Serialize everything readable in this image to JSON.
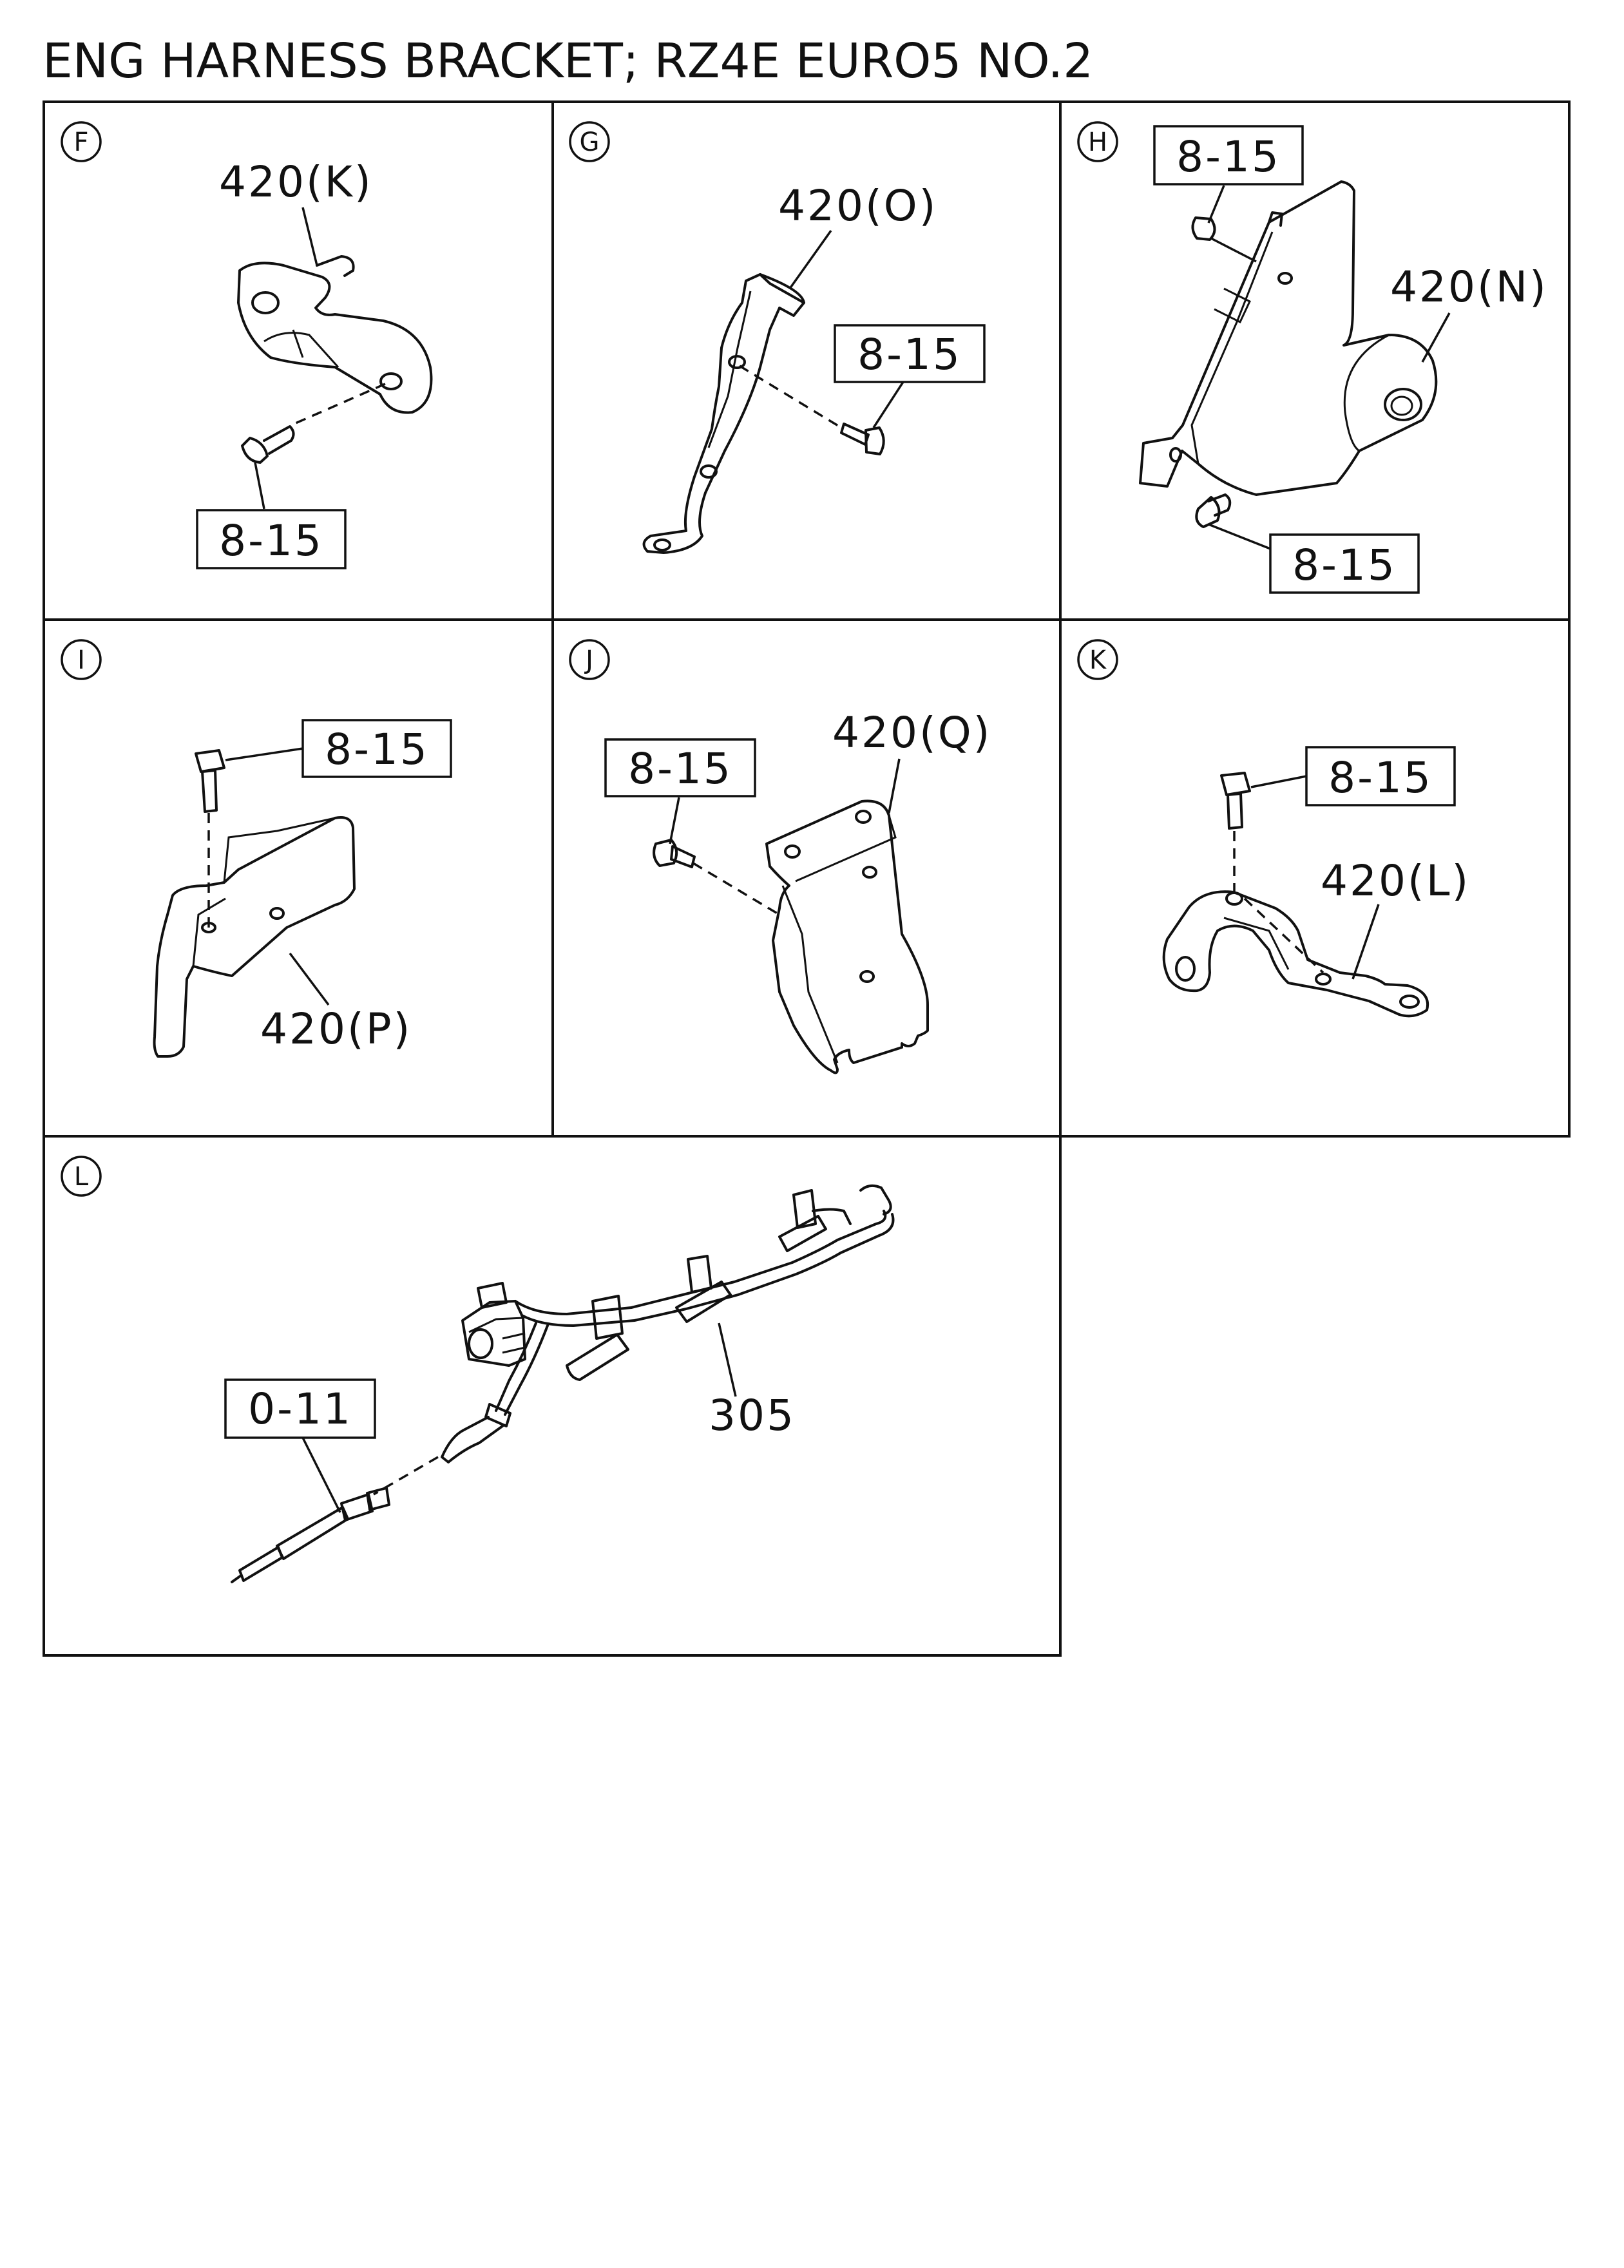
{
  "title": "ENG HARNESS BRACKET; RZ4E EURO5 NO.2",
  "panels": [
    {
      "id": "F",
      "letter": "F",
      "part_label": "420(K)",
      "bolt_label": "8-15"
    },
    {
      "id": "G",
      "letter": "G",
      "part_label": "420(O)",
      "bolt_label": "8-15"
    },
    {
      "id": "H",
      "letter": "H",
      "part_label": "420(N)",
      "bolt_label_top": "8-15",
      "bolt_label_bottom": "8-15"
    },
    {
      "id": "I",
      "letter": "I",
      "part_label": "420(P)",
      "bolt_label": "8-15"
    },
    {
      "id": "J",
      "letter": "J",
      "part_label": "420(Q)",
      "bolt_label": "8-15"
    },
    {
      "id": "K",
      "letter": "K",
      "part_label": "420(L)",
      "bolt_label": "8-15"
    },
    {
      "id": "L",
      "letter": "L",
      "part_label": "305",
      "ref_label": "0-11"
    }
  ]
}
